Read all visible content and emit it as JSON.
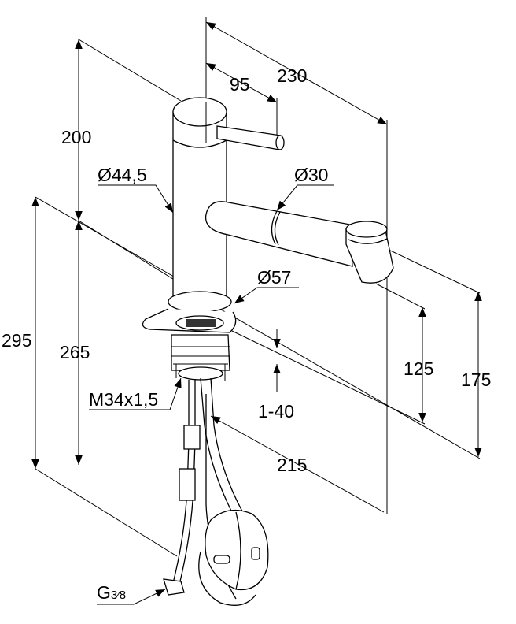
{
  "dimensions": {
    "total_reach": "230",
    "lever_reach": "95",
    "height_above_top": "200",
    "total_height": "295",
    "body_height": "265",
    "spout_height": "125",
    "head_height": "175",
    "deck_thickness": "1-40",
    "hose_length": "215"
  },
  "callouts": {
    "body_diameter": "Ø44,5",
    "spout_diameter": "Ø30",
    "base_diameter": "Ø57",
    "thread": "M34x1,5",
    "connection_main": "G",
    "connection_fraction": "3⁄8"
  },
  "colors": {
    "line": "#000000",
    "background": "#ffffff"
  }
}
